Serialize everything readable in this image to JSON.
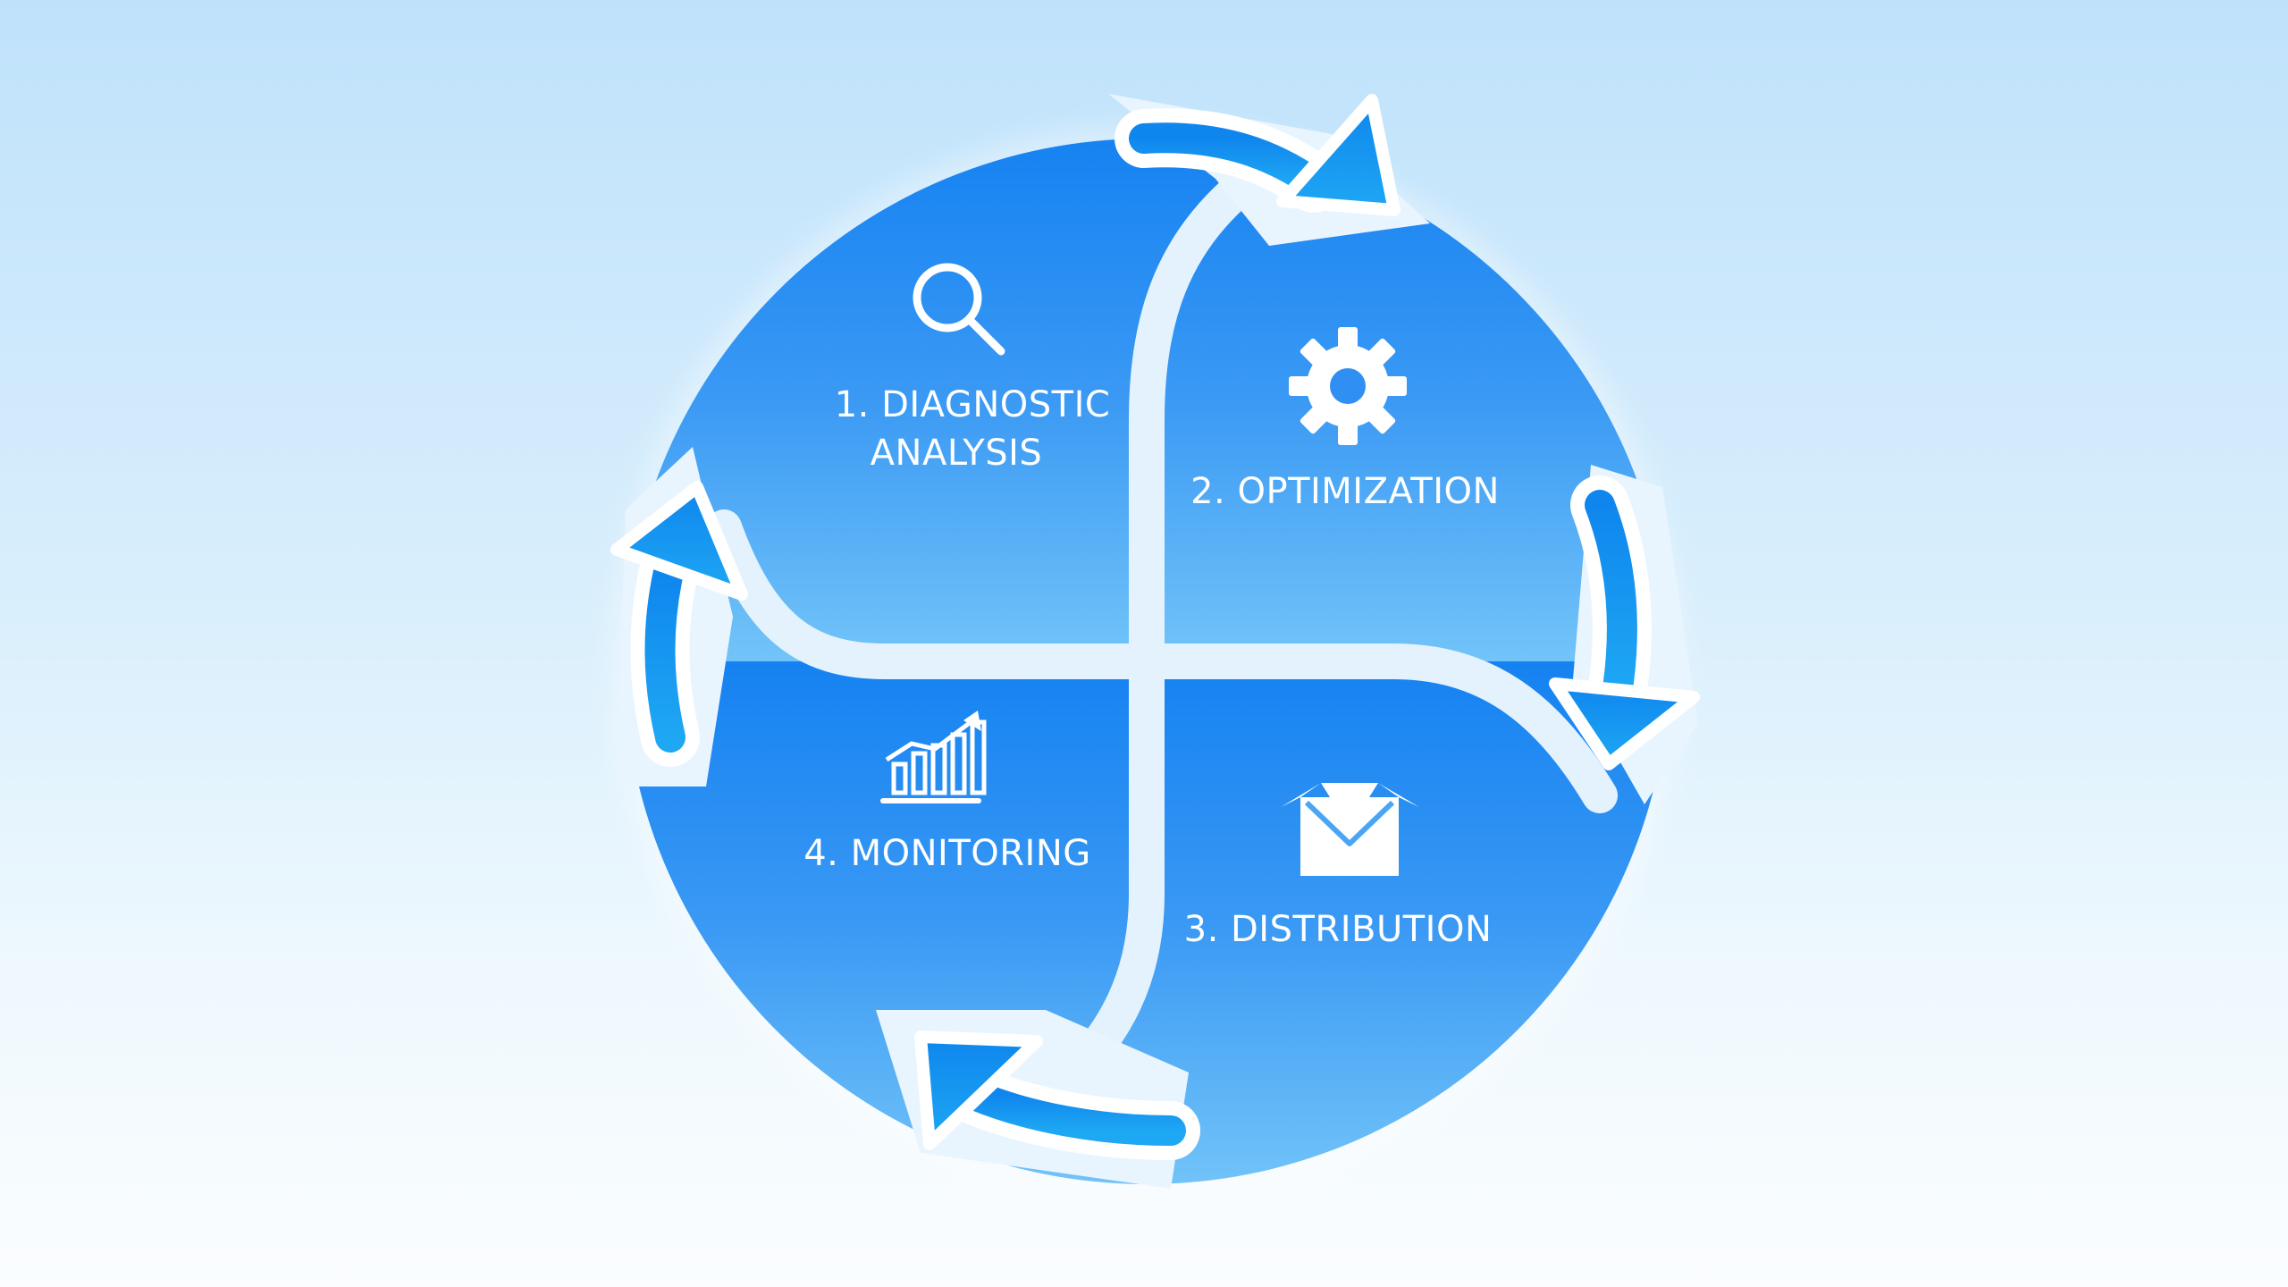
{
  "diagram": {
    "steps": [
      {
        "id": "diagnostic-analysis",
        "number": "1.",
        "lines": [
          "1. DIAGNOSTIC",
          "ANALYSIS"
        ],
        "icon": "search-icon"
      },
      {
        "id": "optimization",
        "number": "2.",
        "lines": [
          "2. OPTIMIZATION"
        ],
        "icon": "gear-icon"
      },
      {
        "id": "distribution",
        "number": "3.",
        "lines": [
          "3. DISTRIBUTION"
        ],
        "icon": "open-box-icon"
      },
      {
        "id": "monitoring",
        "number": "4.",
        "lines": [
          "4. MONITORING"
        ],
        "icon": "growth-chart-icon"
      }
    ],
    "flow_direction": "clockwise",
    "colors": {
      "segment_top": "#1a86f2",
      "segment_bottom": "#6cc0f7",
      "divider": "#e3f2fd",
      "arrow": "#1491ee",
      "text": "#ffffff"
    }
  }
}
